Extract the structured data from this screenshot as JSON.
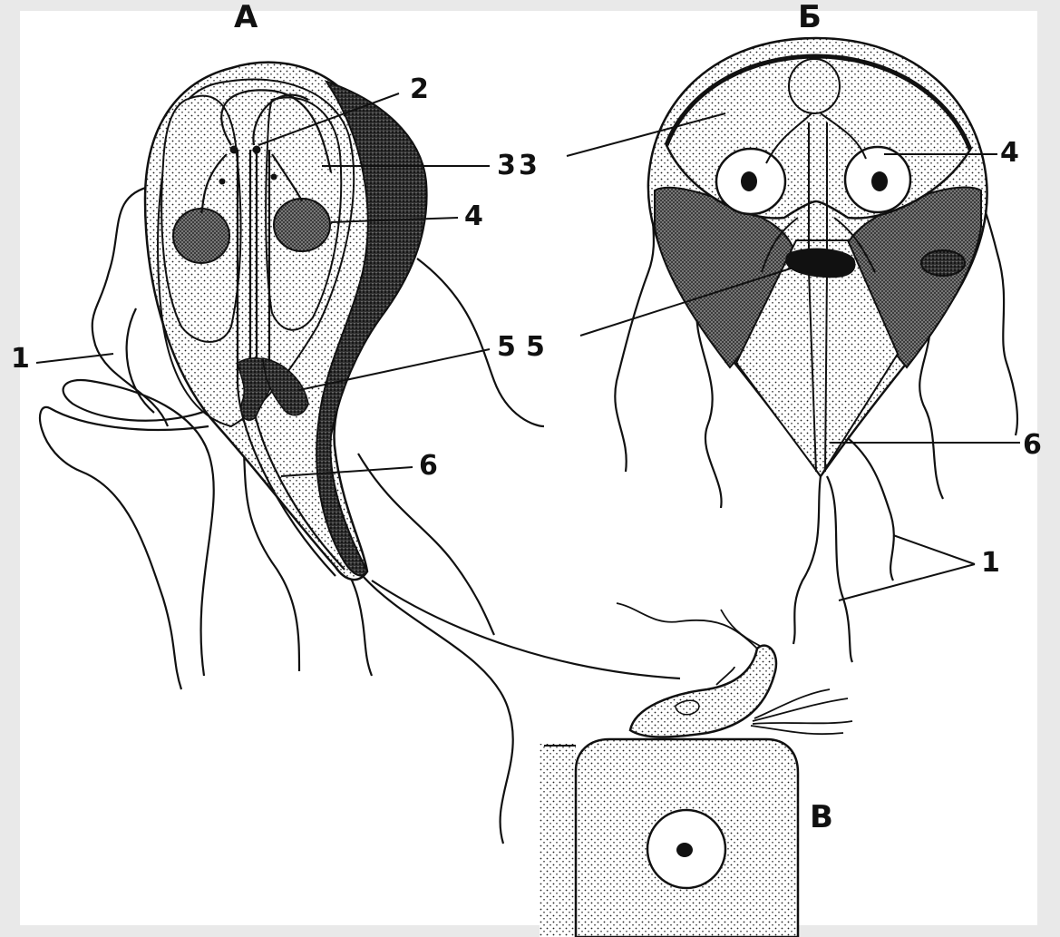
{
  "panels": {
    "a": {
      "title": "А"
    },
    "b": {
      "title": "Б"
    },
    "c": {
      "title": "В"
    }
  },
  "callouts_a": [
    "1",
    "2",
    "3",
    "4",
    "5",
    "6"
  ],
  "callouts_b": [
    "1",
    "3",
    "4",
    "5",
    "6"
  ],
  "colors": {
    "ink": "#111111",
    "paper": "#ffffff",
    "frame": "#e9e9e9"
  }
}
